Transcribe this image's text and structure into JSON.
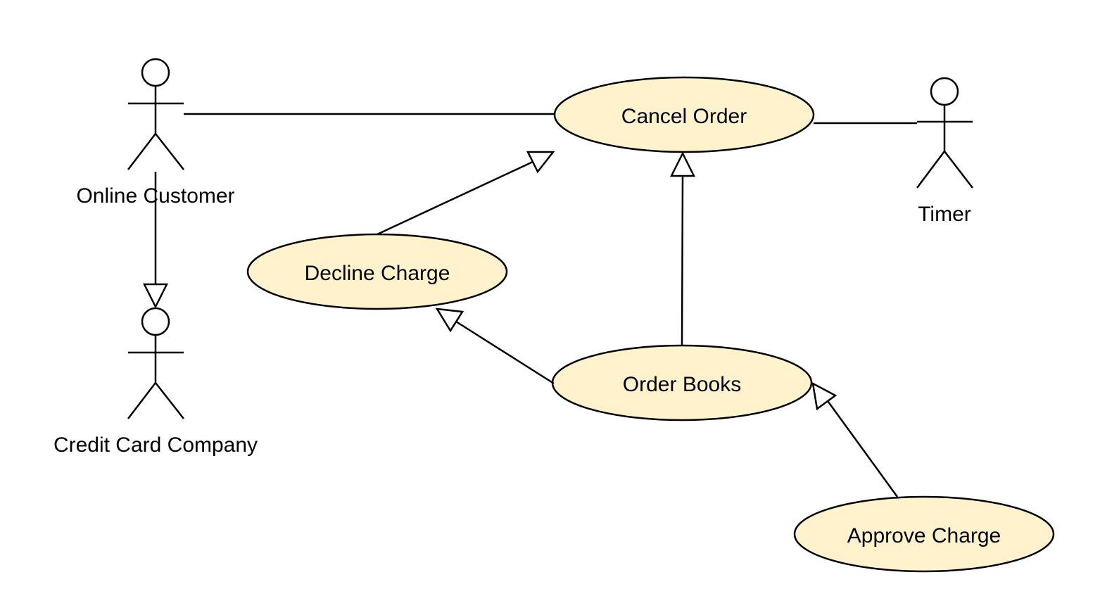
{
  "diagram": {
    "type": "uml-use-case",
    "colors": {
      "use_case_fill": "#fff2cc",
      "stroke": "#000000",
      "background": "#ffffff"
    },
    "actors": {
      "online_customer": {
        "label": "Online Customer"
      },
      "credit_card_company": {
        "label": "Credit Card Company"
      },
      "timer": {
        "label": "Timer"
      }
    },
    "use_cases": {
      "cancel_order": {
        "label": "Cancel Order"
      },
      "decline_charge": {
        "label": "Decline Charge"
      },
      "order_books": {
        "label": "Order Books"
      },
      "approve_charge": {
        "label": "Approve Charge"
      }
    },
    "relations": [
      {
        "kind": "association",
        "from": "Online Customer",
        "to": "Cancel Order"
      },
      {
        "kind": "association",
        "from": "Cancel Order",
        "to": "Timer"
      },
      {
        "kind": "generalization",
        "from": "Online Customer",
        "to": "Credit Card Company"
      },
      {
        "kind": "generalization",
        "from": "Decline Charge",
        "to": "Cancel Order"
      },
      {
        "kind": "generalization",
        "from": "Order Books",
        "to": "Cancel Order"
      },
      {
        "kind": "generalization",
        "from": "Order Books",
        "to": "Decline Charge"
      },
      {
        "kind": "generalization",
        "from": "Approve Charge",
        "to": "Order Books"
      }
    ]
  }
}
